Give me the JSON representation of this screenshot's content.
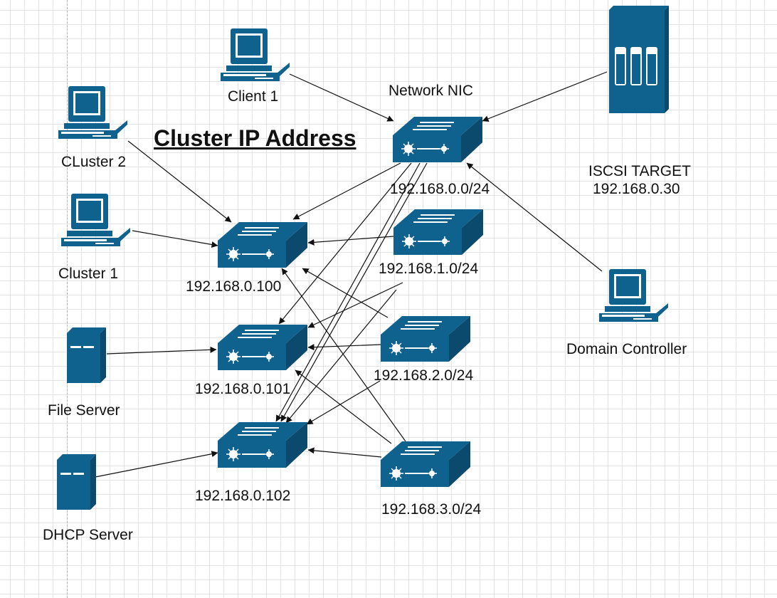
{
  "title": "Cluster IP Address",
  "colors": {
    "device": "#10628e",
    "device_light": "#ffffff",
    "wire": "#111111"
  },
  "labels": {
    "client1": "Client 1",
    "cluster2": "CLuster 2",
    "cluster1": "Cluster 1",
    "file_server": "File Server",
    "dhcp_server": "DHCP Server",
    "network_nic": "Network NIC",
    "iscsi_target": "ISCSI TARGET",
    "iscsi_ip": "192.168.0.30",
    "domain_controller": "Domain Controller",
    "sw_100": "192.168.0.100",
    "sw_101": "192.168.0.101",
    "sw_102": "192.168.0.102",
    "net_0": "192.168.0.0/24",
    "net_1": "192.168.1.0/24",
    "net_2": "192.168.2.0/24",
    "net_3": "192.168.3.0/24"
  },
  "icons": {
    "workstation": "workstation-icon",
    "server": "server-icon",
    "switch": "switch-icon",
    "storage": "storage-array-icon"
  }
}
